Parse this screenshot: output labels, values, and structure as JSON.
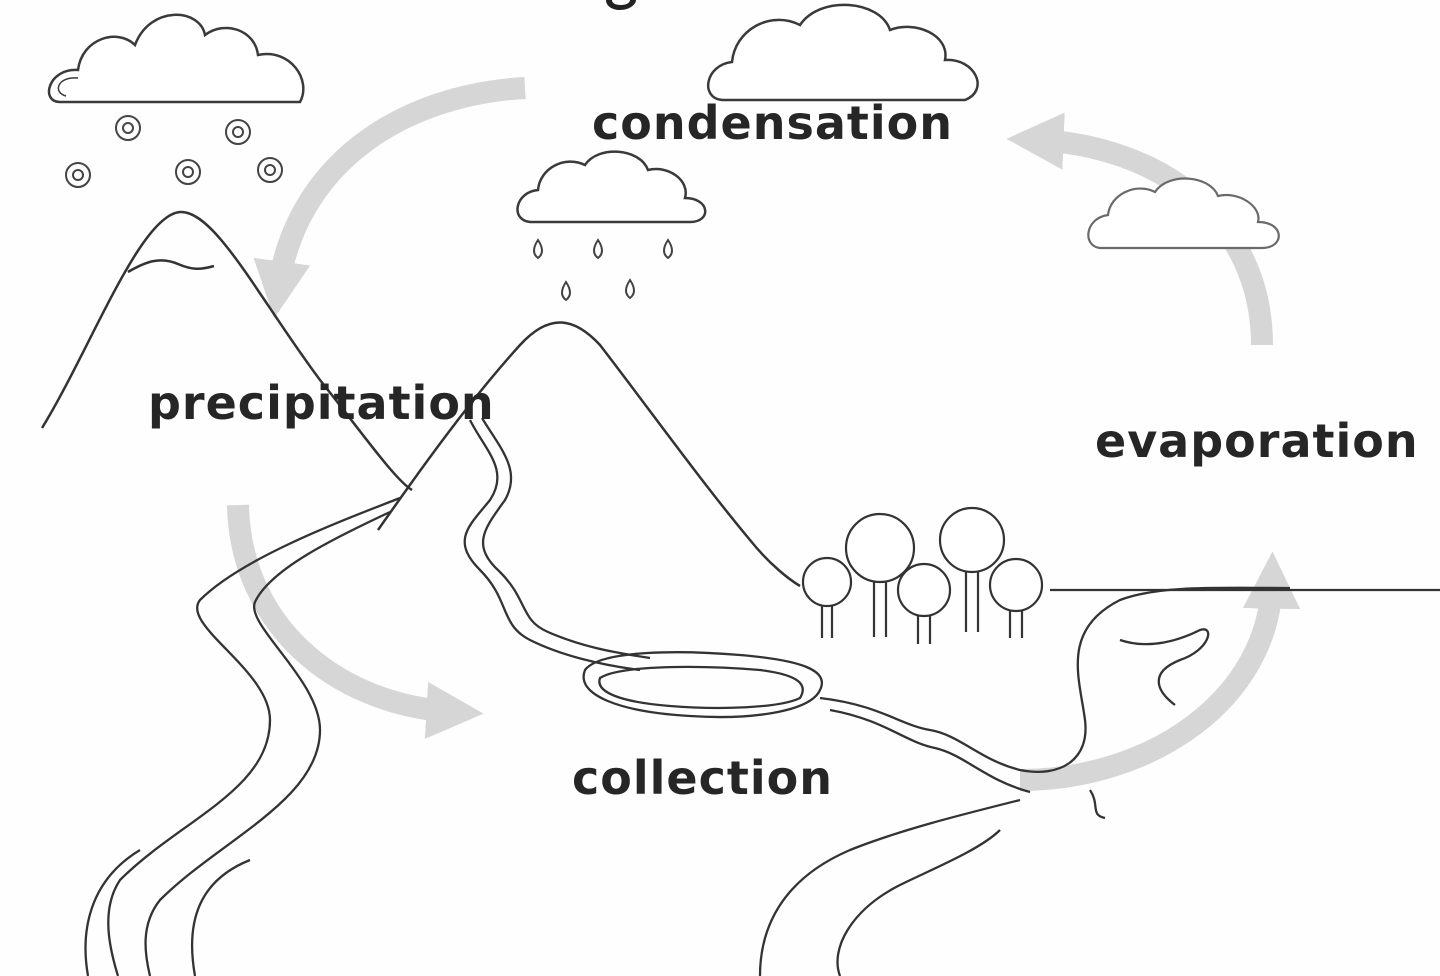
{
  "diagram": {
    "labels": {
      "condensation": "condensation",
      "precipitation": "precipitation",
      "evaporation": "evaporation",
      "collection": "collection"
    },
    "colors": {
      "line": "#333333",
      "arrow": "#d6d6d6",
      "text": "#262626",
      "background": "#fefefe"
    }
  }
}
